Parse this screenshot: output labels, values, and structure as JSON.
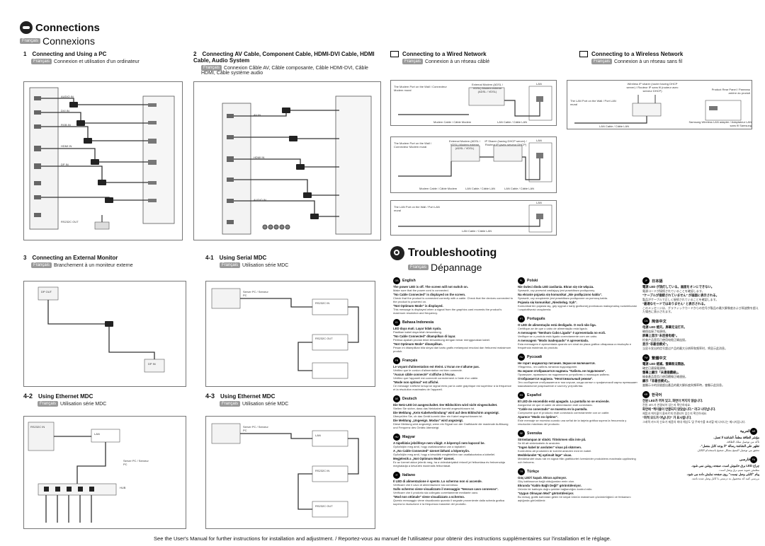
{
  "header": {
    "title": "Connections",
    "badge": "Français",
    "fr_title": "Connexions"
  },
  "sections": {
    "s1": {
      "num": "1",
      "title": "Connecting and Using a PC",
      "sub": "Connexion et utilisation d'un ordinateur"
    },
    "s2": {
      "num": "2",
      "title": "Connecting AV Cable, Component Cable, HDMI-DVI Cable, HDMI Cable, Audio System",
      "sub": "Connexion Câble AV, Câble composante, Câble HDMI-DVI, Câble HDMI, Câble système audio"
    },
    "wired": {
      "title": "Connecting to a Wired Network",
      "sub": "Connexion à un réseau câblé"
    },
    "wireless": {
      "title": "Connecting to a Wireless Network",
      "sub": "Connexion à un réseau sans fil"
    },
    "s3": {
      "num": "3",
      "title": "Connecting an External Monitor",
      "sub": "Branchement à un moniteur externe"
    },
    "s41": {
      "num": "4-1",
      "title": "Using Serial MDC",
      "sub": "Utilisation série MDC"
    },
    "s42": {
      "num": "4-2",
      "title": "Using Ethernet MDC",
      "sub": "Utilisation série MDC"
    },
    "s43": {
      "num": "4-3",
      "title": "Using Ethernet MDC",
      "sub": "Utilisation série MDC"
    }
  },
  "wired_diagrams": {
    "d1": {
      "wall": "The Modem Port on the Wall / Connecteur Modem mural",
      "modem": "External Modem (ADSL / VDSL) Modem externe (ADSL / VDSL)",
      "lan": "LAN",
      "cable1": "Modem Cable / Câble Modem",
      "cable2": "LAN Cable / Câble LAN"
    },
    "d2": {
      "wall": "The Modem Port on the Wall / Connecteur Modem mural",
      "modem": "External Modem (ADSL / VDSL) Modem externe (ADSL / VDSL)",
      "sharer": "IP Sharer (having DHCP server) / Routeur IP (avec serveur DHCP)",
      "lan": "LAN",
      "cable1": "Modem Cable / Câble Modem",
      "cable2": "LAN Cable / Câble LAN",
      "cable3": "LAN Cable / Câble LAN"
    },
    "d3": {
      "wall": "The LAN Port on the Wall / Port LAN mural",
      "lan": "LAN",
      "cable": "LAN Cable / Câble LAN"
    }
  },
  "wireless_diagram": {
    "router": "Wireless IP sharer (router having DHCP server) / Routeur IP sans fil (routeur avec serveur DHCP)",
    "wall": "The LAN Port on the Wall / Port LAN mural",
    "panel": "Product Rear Panel / Panneau arrière du produit",
    "adapter": "Samsung Wireless LAN adapter / Adaptateur LAN sans fil Samsung",
    "cable": "LAN Cable / Câble LAN"
  },
  "device_labels": {
    "pc_out": "RS232C OUT",
    "audio_in": "AUDIO IN",
    "dvi_in": "DVI IN",
    "rgb_in": "RGB IN",
    "hdmi_in": "HDMI IN",
    "av_in": "AV IN",
    "dp_in": "DP IN",
    "dp_out": "DP OUT",
    "lan": "LAN",
    "rs232c_in": "RS232C IN",
    "rs232c_out": "RS232C OUT",
    "server": "Server PC / Serveur PC",
    "hub": "HUB"
  },
  "troubleshooting": {
    "title": "Troubleshooting",
    "badge": "Français",
    "fr_title": "Dépannage",
    "languages": [
      {
        "code": "GB",
        "name": "English",
        "h1": "The power LED is off. The screen will not switch on.",
        "b1": "Make sure that the power cord is connected.",
        "h2": "\"No Cable Connected\" is displayed on the screen.",
        "b2": "Check that the product is connected correctly with a cable. Check that the devices connected to the product is powered on.",
        "h3": "\"Not Optimum Mode\" is displayed.",
        "b3": "This message is displayed when a signal from the graphics card exceeds the product's maximum resolution and frequency."
      },
      {
        "code": "ID",
        "name": "Bahasa Indonesia",
        "h1": "LED daya mati. Layar tidak nyala.",
        "b1": "Pastikan kabel daya telah tersambung.",
        "h2": "\"No Cable Connected\" ditampilkan di layar.",
        "b2": "Periksa apakah produk telah tersambung dengan benar menggunakan kabel.",
        "h3": "\"Not Optimum Mode\" ditampilkan.",
        "b3": "Pesan ini ditampilkan bila sinyal dari kartu grafis melampaui resolusi dan frekuensi maksimum produk."
      },
      {
        "code": "FR",
        "name": "Français",
        "h1": "Le voyant d'alimentation est éteint. L'écran ne s'allume pas.",
        "b1": "Vérifiez que le cordon d'alimentation est bien connecté.",
        "h2": "\"Aucun câble connecté\" s'affiche à l'écran.",
        "b2": "Vérifiez que l'appareil est connecté correctement à l'aide d'un câble.",
        "h3": "\"Mode non optimal\" est affiché.",
        "b3": "Ce message s'affiche lorsqu'un signal émis par la carte graphique est supérieur à la fréquence et la résolution maximales de l'appareil."
      },
      {
        "code": "DE",
        "name": "Deutsch",
        "h1": "Die Netz-LED ist ausgeschaltet. Der Bildschirm wird nicht eingeschaltet.",
        "b1": "Stellen Sie sicher, dass das Netzkabel korrekt angeschlossen ist.",
        "h2": "Die Meldung „Kein Kabelverbindung\" wird auf dem Bildschirm angezeigt.",
        "b2": "Überprüfen Sie, ob das Gerät korrekt über ein Kabel angeschlossen ist.",
        "h3": "Die Meldung „Ungeeign. Modus\" wird angezeigt.",
        "b3": "Diese Meldung wird angezeigt, wenn ein Signal von der Grafikkarte die maximale Auflösung und Frequenz des Geräts übersteigt."
      },
      {
        "code": "HU",
        "name": "Magyar",
        "h1": "A tápellátás jelzőfénye nem világít. A képernyő nem kapcsol be.",
        "b1": "Győződjön meg arról, hogy csatlakoztatva van a tápkábel.",
        "h2": "A „No Cable Connected\" üzenet látható a képernyőn.",
        "b2": "Győződjön meg arról, hogy a készülék megfelelően van csatlakoztatva a kábellel.",
        "h3": "Megjelenik a „Not Optimum Mode\" üzenet.",
        "b3": "Ez az üzenet akkor jelenik meg, ha a videokártyából érkező jel felbontása és frekvenciája meghaladja a készülék maximális felbontását."
      },
      {
        "code": "IT",
        "name": "Italiano",
        "h1": "Il LED di alimentazione è spento. Lo schermo non si accende.",
        "b1": "Verificare che il cavo di alimentazione sia connesso.",
        "h2": "Sullo schermo viene visualizzato il messaggio \"Nessun cavo connesso\".",
        "b2": "Verificare che il prodotto sia collegato correttamente mediante cavo.",
        "h3": "\"Mod non ottimale\" viene visualizzato a schermo.",
        "b3": "Questo messaggio viene visualizzato quando il segnale proveniente dalla scheda grafica supera la risoluzione e la frequenza massime del prodotto."
      },
      {
        "code": "PL",
        "name": "Polski",
        "h1": "Nie świeci dioda LED zasilania. Ekran się nie włącza.",
        "b1": "Sprawdź, czy przewód zasilający jest prawidłowo podłączony.",
        "h2": "Na ekranie pojawia się komunikat „Nie podłączono kabla\".",
        "b2": "Sprawdź, czy urządzenie jest prawidłowo podłączone za pomocą kabla.",
        "h3": "Pojawia się komunikat „Nieobsług. tryb\".",
        "b3": "Komunikat ten pojawia się, gdy sygnał z karty graficznej przekracza maksymalną rozdzielczość i częstotliwość urządzenia."
      },
      {
        "code": "PT",
        "name": "Português",
        "h1": "O LED de alimentação está desligado. O ecrã não liga.",
        "b1": "Certifique-se de que o cabo de alimentação está ligado.",
        "h2": "A mensagem \"Nenhum Cabo Ligado\" é apresentada no ecrã.",
        "b2": "Verifique se o produto está ligado correctamente com um cabo.",
        "h3": "A mensagem \"Modo inadequado\" é apresentada.",
        "b3": "Esta mensagem é apresentada quando um sinal da placa gráfica ultrapassa a resolução e frequência máximas do produto."
      },
      {
        "code": "RU",
        "name": "Русский",
        "h1": "Не горит индикатор питания. Экран не включается.",
        "b1": "Убедитесь, что кабель питания подсоединен.",
        "h2": "На экране отображается надпись \"Кабель не подключен\".",
        "b2": "Проверьте, правильно ли подключено устройство с помощью кабеля.",
        "h3": "Отображается надпись \"Неоптимальный режим\".",
        "b3": "Это сообщение отображается в том случае, когда сигнал с графической карты превышает максимальное разрешение и частоту устройства."
      },
      {
        "code": "ES",
        "name": "Español",
        "h1": "El LED de encendido está apagado. La pantalla no se enciende.",
        "b1": "Asegúrese de que el cable de alimentación esté conectado.",
        "h2": "\"Cable no conectado\" se muestra en la pantalla.",
        "b2": "Compruebe que el producto esté conectado correctamente con un cable.",
        "h3": "Aparece \"Modo no óptimo\".",
        "b3": "Este mensaje se muestra cuando una señal de la tarjeta gráfica supera la frecuencia y resolución máximas del producto."
      },
      {
        "code": "SE",
        "name": "Svenska",
        "h1": "Strömlampan är släckt. Tittskrmen slås inte på.",
        "b1": "Se till att strömkabeln är ansluten.",
        "h2": "\"Ingen kabel är ansluten\" visas på skärmen.",
        "b2": "Kontrollera att produkten är korrekt ansluten med en kabel.",
        "h3": "Meddelandet \"Ej optimalt läge\" visas.",
        "b3": "Meddelandet visas när en signal från grafikkortet överskrider produktens maximala upplösning och frekvens."
      },
      {
        "code": "TR",
        "name": "Türkçe",
        "h1": "Güç LED'i kapalı. Ekran açılmıyor.",
        "b1": "Güç kablosunun bağlı olduğundan emin olun.",
        "h2": "Ekranda \"Kablo Bağlı Değil\" görüntüleniyor.",
        "b2": "Ürünün bir kabloyla doğru şekilde bağlandığını kontrol edin.",
        "h3": "\"Uygun Olmayan Mod\" görüntüleniyor.",
        "b3": "Bu mesaj, grafik kartından gelen bir sinyal ürünün maksimum çözünürlüğünü ve frekansını aştığında görüntülenir."
      },
      {
        "code": "JP",
        "name": "日本語",
        "h1": "電源 LED が消灯している。画面をオンにできない。",
        "b1": "電源コードが接続されていることを確認します。",
        "h2": "\"ケーブルが接続されていません\" が画面に表示される。",
        "b2": "製品がケーブルで正しく接続されていることを確認します。",
        "h3": "\"最適なモードではありません\" と表示される。",
        "b3": "このメッセージは、グラフィックカードからの信号が製品の最大解像度および周波数を超えた場合に表示されます。"
      },
      {
        "code": "CN",
        "name": "简体中文",
        "h1": "电源 LED 熄灭。屏幕无法打开。",
        "b1": "确保连接了电源线。",
        "h2": "屏幕上显示“未连接电缆”。",
        "b2": "检查产品是否已使用电缆正确连接。",
        "h3": "显示“非最佳模式”。",
        "b3": "当显卡发出的信号超过产品的最大分辨率和频率时，将显示此消息。"
      },
      {
        "code": "TW",
        "name": "繁體中文",
        "h1": "電源 LED 熄滅。螢幕無法開啟。",
        "b1": "確定已連接電源線。",
        "h2": "螢幕上顯示「未連接纜線」。",
        "b2": "檢查產品是否已使用纜線正確連接。",
        "h3": "顯示「非最佳模式」。",
        "b3": "當顯示卡的訊號超出產品的最大解析度與頻率時，會顯示此訊息。"
      },
      {
        "code": "KR",
        "name": "한국어",
        "h1": "전원 LED가 꺼져 있고, 화면이 켜지지 않습니다.",
        "b1": "전원 코드가 연결되어 있는지 확인하세요.",
        "h2": "화면에 \"케이블이 연결되지 않았습니다.\" 라고 나타납니다.",
        "b2": "제품과 케이블이 올바르게 연결되어 있는지 확인하세요.",
        "h3": "\"최적 모드가 아닙니다\" 가 표시됩니다.",
        "b3": "그래픽 카드의 신호가 제품의 최대 해상도 및 주파수를 초과할 때 나타나는 메시지입니다."
      },
      {
        "code": "AR",
        "name": "العربية",
        "h1": "مؤشر الطاقة مطفأ. الشاشة لا تعمل.",
        "b1": "تأكد من توصيل سلك الطاقة.",
        "h2": "تظهر على الشاشة رسالة \"لا يوجد كابل متصل\".",
        "b2": "تحقق من توصيل المنتج بشكل صحيح باستخدام الكابل.",
        "h3": "",
        "b3": ""
      },
      {
        "code": "FA",
        "name": "فارسی",
        "h1": "چراغ LED برق خاموش است. صفحه روشن نمی شود.",
        "b1": "مطمئن شوید سیم برق وصل است.",
        "h2": "پیام \"کابلی وصل نیست\" روی صفحه نمایش داده می شود.",
        "b2": "بررسی کنید که محصول به درستی با کابل وصل شده باشد.",
        "h3": "",
        "b3": ""
      }
    ]
  },
  "footer": "See the User's Manual for further instructions for installation and adjustment. / Reportez-vous au manuel de l'utilisateur pour obtenir des instructions supplémentaires sur l'installation et le réglage.",
  "colors": {
    "frame": "#777777",
    "badge": "#9a9a9a",
    "cable": "#333333"
  }
}
